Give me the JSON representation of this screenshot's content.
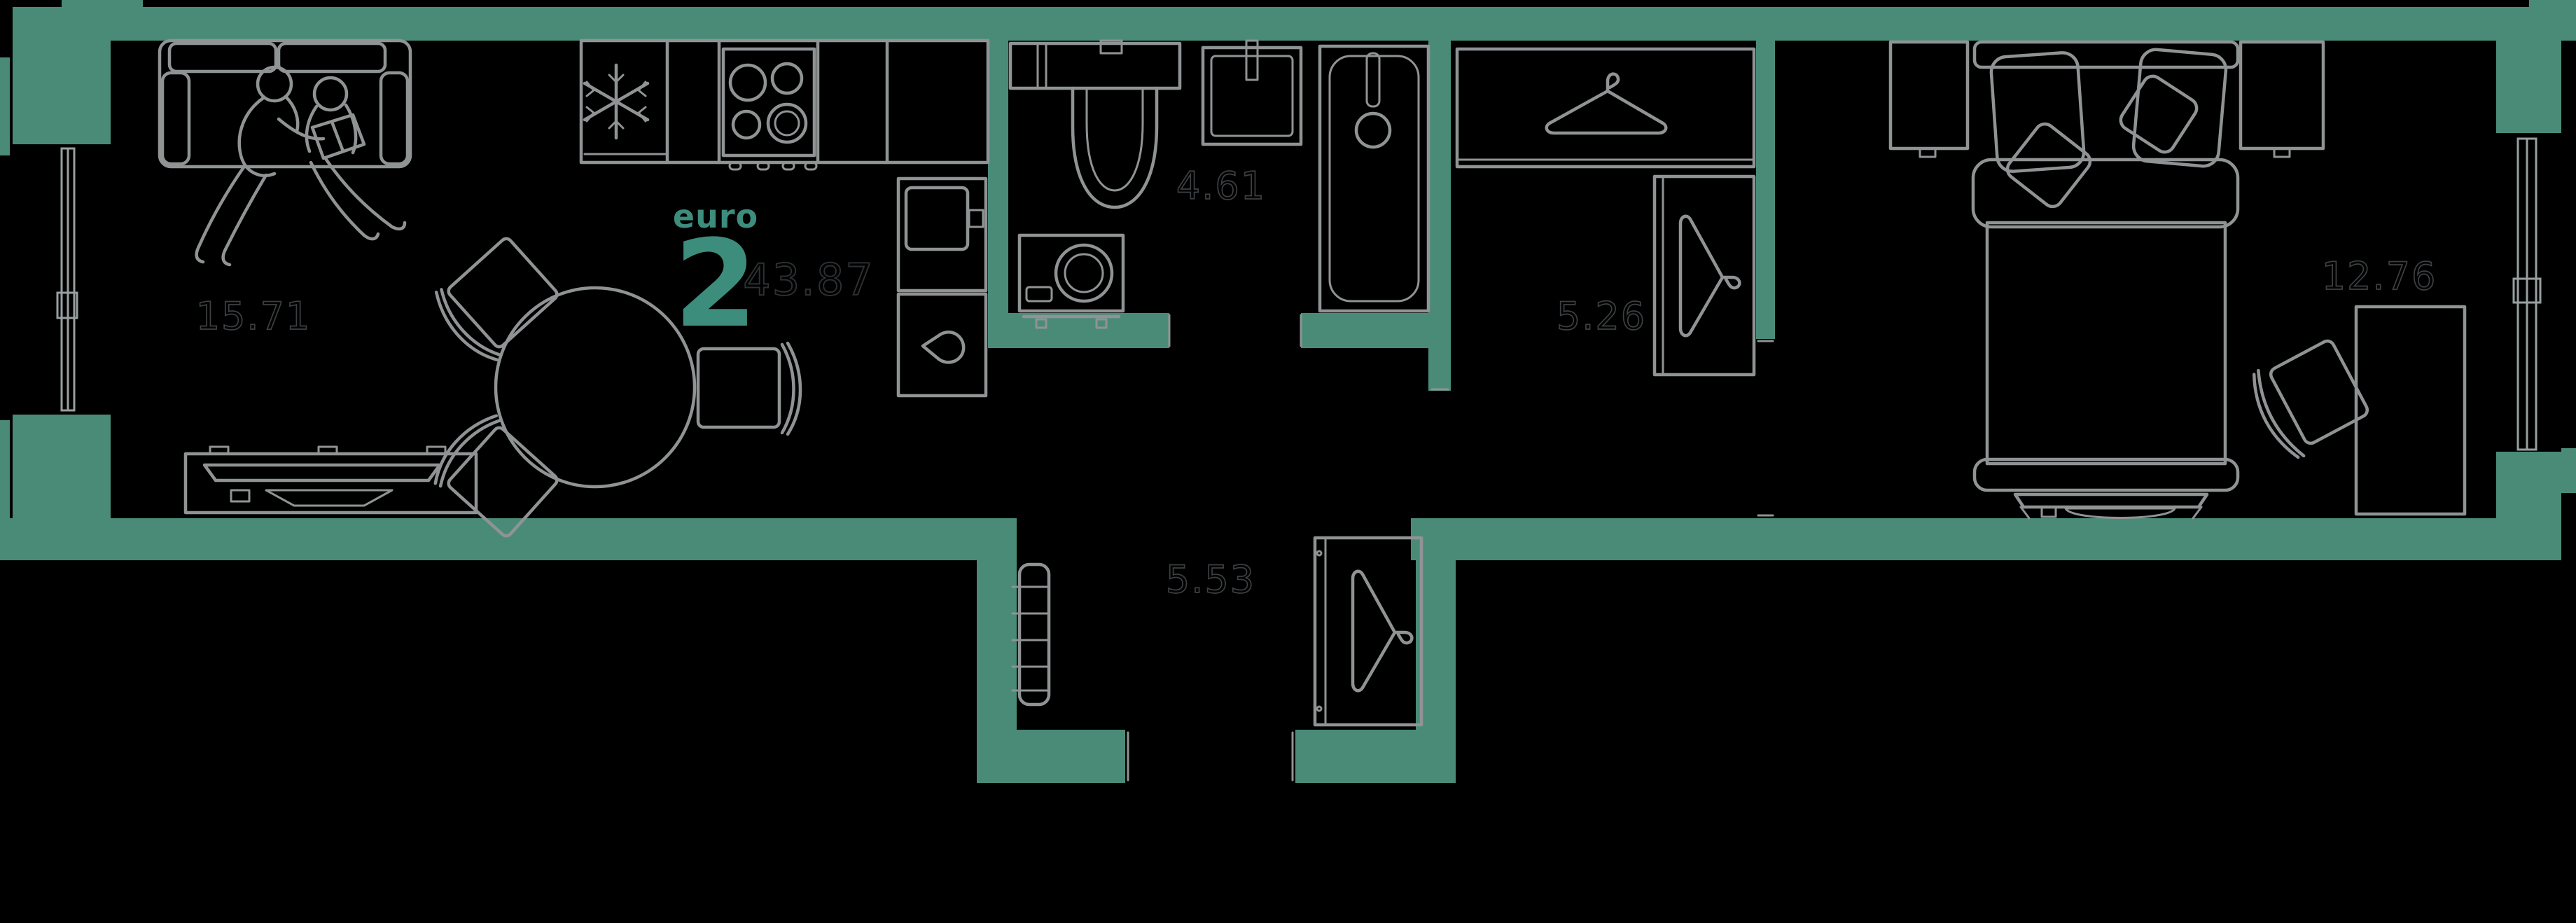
{
  "plan": {
    "title": "euro 2-room apartment floor plan",
    "type_label": "euro",
    "rooms_count": "2",
    "total_area": "43.87",
    "colors": {
      "background": "#000000",
      "wall": "#4a8b78",
      "accent": "#3d8d7d",
      "furniture": "#909394",
      "window": "#98a09f",
      "area_outline": "#3d4042",
      "total_outline": "#2e3133"
    },
    "rooms": [
      {
        "id": "living-kitchen",
        "area": "15.71"
      },
      {
        "id": "bathroom",
        "area": "4.61"
      },
      {
        "id": "wardrobe",
        "area": "5.26"
      },
      {
        "id": "hallway",
        "area": "5.53"
      },
      {
        "id": "bedroom",
        "area": "12.76"
      }
    ],
    "icons": {
      "fridge": "snowflake-icon",
      "wardrobe_top": "hanger-icon",
      "wardrobe_side": "hanger-icon",
      "hall_closet": "hanger-icon",
      "dishwasher": "water-drop-icon"
    }
  }
}
